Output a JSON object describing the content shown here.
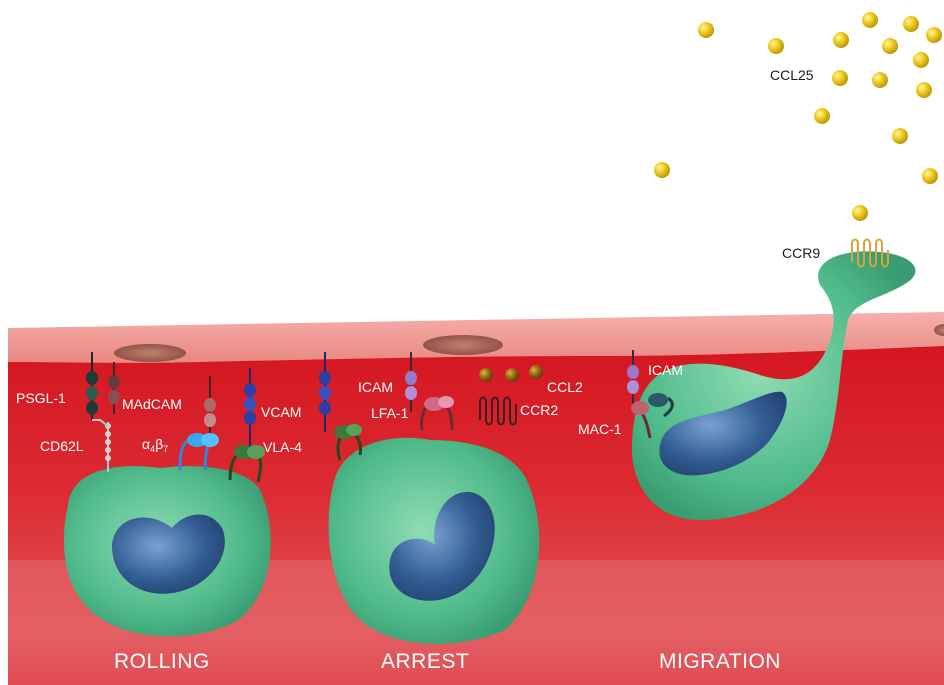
{
  "labels": {
    "ccl25": "CCL25",
    "ccr9": "CCR9",
    "psgl1": "PSGL-1",
    "madcam": "MAdCAM",
    "vcam": "VCAM",
    "cd62l": "CD62L",
    "a4b7_alpha": "α",
    "a4b7_sub1": "4",
    "a4b7_beta": "β",
    "a4b7_sub2": "7",
    "vla4": "VLA-4",
    "icam_arrest": "ICAM",
    "lfa1": "LFA-1",
    "ccl2": "CCL2",
    "ccr2": "CCR2",
    "icam_migration": "ICAM",
    "mac1": "MAC-1"
  },
  "stages": {
    "rolling": "ROLLING",
    "arrest": "ARREST",
    "migration": "MIGRATION"
  },
  "colors": {
    "vessel_red": "#d8202c",
    "vessel_pink": "#ef8a88",
    "cell_green": "#4fba8a",
    "nucleus_blue": "#2b4f86",
    "chemokine_yellow": "#e8c21a",
    "ccl2_brown": "#8a5a10"
  }
}
